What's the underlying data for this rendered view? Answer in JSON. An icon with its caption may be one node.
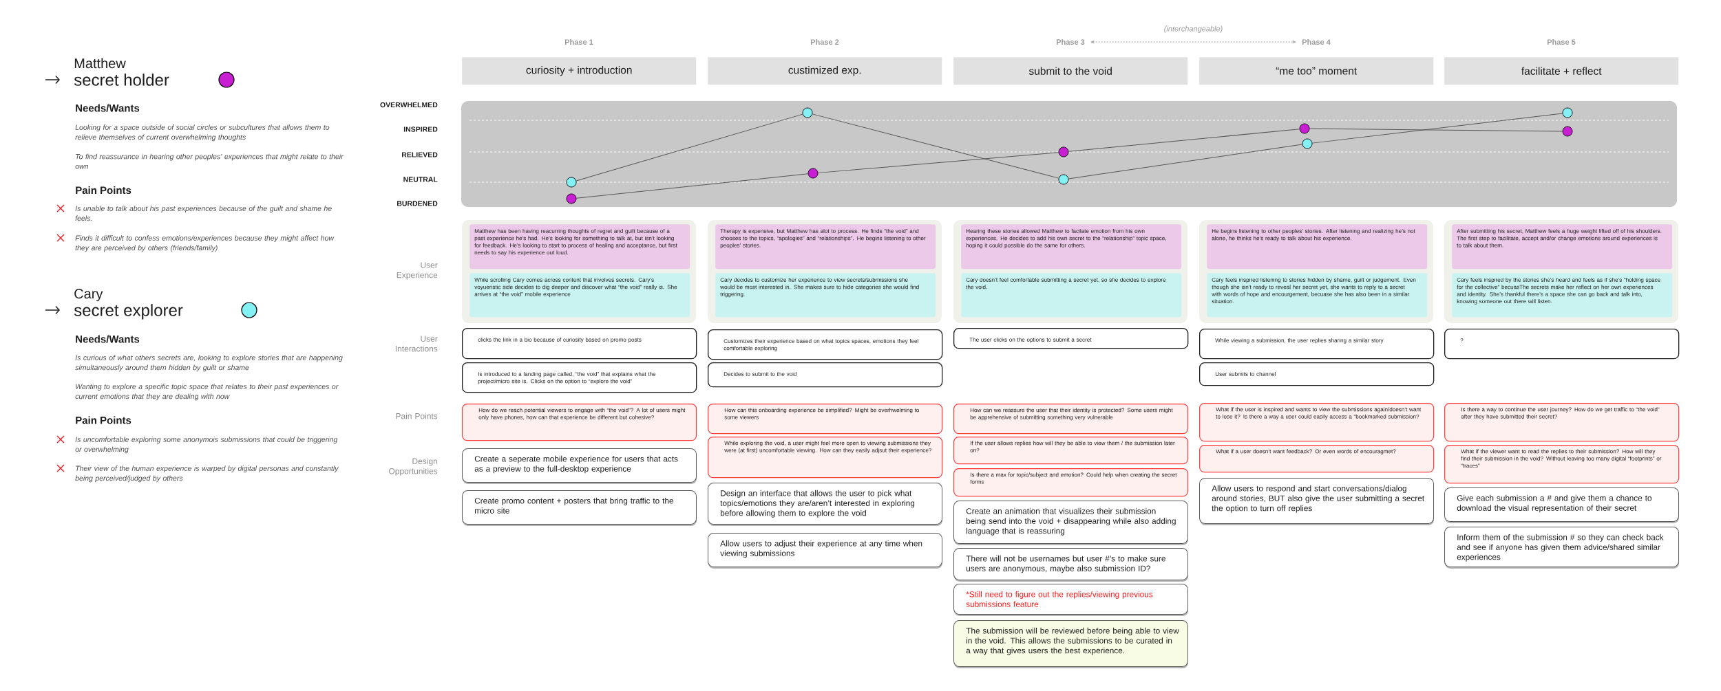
{
  "diagram": {
    "nodes": [
      {
        "text": [
          "Phase 1"
        ]
      },
      {
        "text": [
          "Phase 2"
        ]
      },
      {
        "text": [
          "Phase 3"
        ]
      },
      {
        "text": [
          "Phase 4"
        ]
      },
      {
        "text": [
          "Phase 5"
        ]
      },
      {
        "text": [
          "curiosity + introduction"
        ]
      },
      {
        "text": [
          "custimized exp."
        ]
      },
      {
        "text": [
          "submit to the void"
        ]
      },
      {
        "text": [
          "“me too” moment"
        ]
      },
      {
        "text": [
          "facilitate + reflect"
        ]
      },
      {
        "text": [],
        "shape": "circle"
      },
      {
        "text": [],
        "shape": "circle"
      },
      {
        "text": [],
        "shape": "circle"
      },
      {
        "text": [],
        "shape": "circle"
      },
      {
        "text": [],
        "shape": "circle"
      },
      {
        "text": [],
        "shape": "circle"
      },
      {
        "text": [],
        "shape": "circle"
      },
      {
        "text": [],
        "shape": "circle"
      },
      {
        "text": [],
        "shape": "circle"
      },
      {
        "text": [],
        "shape": "circle"
      },
      {
        "text": [],
        "shape": "box"
      },
      {
        "text": [
          "Matthew has been having reacurring thoughts of regret and guilt because of a past experience he’s had. He’s looking for something to talk at, but isn’t looking for feedback. He’s looking to start to process of healing and acceptance, but first needs to say his experience out loud."
        ],
        "in": 20
      },
      {
        "text": [
          "While scrolling Cary comes across content that involves secrets. Cary’s voyueristic side decides to dig deeper and discover what “the void” really is. She arrives at “the void” mobile experience"
        ],
        "in": 20
      },
      {
        "text": [],
        "shape": "box"
      },
      {
        "text": [
          "Therapy is expensive, but Matthew has alot to process. He finds “the void” and chooses to the topics, “apologies” and “relationships”. He begins listening to other peoples’ stories."
        ],
        "in": 23
      },
      {
        "text": [
          "Cary decides to customize her experience to view secrets/submissions she would be most interested in. She makes sure to hide categories she would find triggering."
        ],
        "in": 23
      },
      {
        "text": [],
        "shape": "box"
      },
      {
        "text": [
          "Hearing these stories allowed Matthew to facilate emotion from his own experiences. He decides to add his own secret to the “relationship” topic space, hoping it could possible do the same for others."
        ],
        "in": 26
      },
      {
        "text": [
          "Cary doesn’t feel comfortable submitting a secret yet, so she decides to explore the void."
        ],
        "in": 26
      },
      {
        "text": [],
        "shape": "box"
      },
      {
        "text": [
          "He begins listening to other peoples’ stories. After listening and realizing he’s not alone, he thinks he’s ready to talk about his experience."
        ],
        "in": 29
      },
      {
        "text": [
          "Cary feels inspired listening to stories hidden by shame, guilt or judgement. Even though she isn’t ready to reveal her secret yet, she wants to reply to a secret with words of hope and encourgement, becuase she has also been in a similar situation."
        ],
        "in": 29
      },
      {
        "text": [],
        "shape": "box"
      },
      {
        "text": [
          "After submitting his secret, Matthew feels a huge weight lifted off of his shoulders. The first step to facilitate, accept and/or change emotions around experiences is to talk about them."
        ],
        "in": 32
      },
      {
        "text": [
          "Cary feels inspired by the stories she’s heard and feels as if she’s “holding space for the collective” becuasThe secrets make her reflect on her own experiences and identity. She’s thankful there’s a space she can go back and talk into, knowing someone out there will listen."
        ],
        "in": 32
      },
      {
        "text": [
          "clicks the link in a bio because of curiosity based on promo posts"
        ]
      },
      {
        "text": [
          "Is introduced to a landing page called, “the void” that explains what the project/micro site is. Clicks on the option to “explore the void”"
        ]
      },
      {
        "text": [
          "Customizes their experience based on what topics spaces, emotions they feel comfortable exploring"
        ]
      },
      {
        "text": [
          "Decides to submit to the void"
        ]
      },
      {
        "text": [
          "The user clicks on the options to submit a secret"
        ]
      },
      {
        "text": [
          "While viewing a submission, the user replies sharing a similar story"
        ]
      },
      {
        "text": [
          "User submits to channel"
        ]
      },
      {
        "text": [
          "?"
        ]
      },
      {
        "text": [
          "How do we reach potential viewers to engage with “the void”? A lot of users might only have phones, how can that experience be different but cohesive?"
        ]
      },
      {
        "text": [
          "How can this onboarding experience be simplified? Might be overhwelming to some viewers"
        ]
      },
      {
        "text": [
          "While exploring the void, a user might feel more open to viewing submissions they were (at first) uncomfortable viewing. How can they easily adjsut their experience?"
        ]
      },
      {
        "text": [
          "How can we reassure the user that their identity is protected? Some users might be apprehensive of submitting something very vulnerable"
        ]
      },
      {
        "text": [
          "If the user allows replies how will they be able to view them / the submission later on?"
        ]
      },
      {
        "text": [
          "Is there a max for topic/subject and emotion? Could help when creating the secret forms"
        ]
      },
      {
        "text": [
          "What if the user is inspired and wants to view the submissions again/doesn’t want to lose it? Is there a way a user could easily access a “bookmarked submission?"
        ]
      },
      {
        "text": [
          "What if a user doesn’t want feedback? Or even words of encouragmet?"
        ]
      },
      {
        "text": [
          "Is there a way to continue the user journey? How do we get traffic to “the void” after they have submitted their secret?"
        ]
      },
      {
        "text": [
          "What if the viewer want to read the replies to their submission? How will they find their submission in the void? Without leaving too many digital “footprints” or “traces”"
        ]
      },
      {
        "text": [
          "Create a seperate mobile experience for users that acts as a preview to the full-desktop experience"
        ]
      },
      {
        "text": [
          "Create promo content + posters that bring traffic to the micro site"
        ]
      },
      {
        "text": [
          "Design an interface that allows the user to pick what topics/emotions they are/aren’t interested in exploring before allowing them to explore the void"
        ]
      },
      {
        "text": [
          "Allow users to adjust their experience at any time when viewing submissions"
        ]
      },
      {
        "text": [
          "Create an animation that visualizes their submission being send into the void + disappearing while also adding language that is reassuring"
        ]
      },
      {
        "text": [
          "There will not be usernames but user #’s to make sure users are anonymous, maybe also submission ID?"
        ]
      },
      {
        "text": [
          "*Still need to figure out the replies/viewing previous submissions feature"
        ]
      },
      {
        "text": [
          "The submission will be reviewed before being able to view in the void. This allows the submissions to be curated in a way that gives users the best experience."
        ]
      },
      {
        "text": [
          "Allow users to respond and start conversations/dialog around stories, BUT also give the user submitting a secret the option to turn off replies"
        ]
      },
      {
        "text": [
          "Give each submission a # and give them a chance to download the visual representation of their secret"
        ]
      },
      {
        "text": [
          "Inform them of the submission # so they can check back and see if anyone has given them advice/shared similar experiences"
        ]
      }
    ],
    "edges": [
      {
        "from": 2,
        "to": 3,
        "arrow": "both",
        "style": "dashed",
        "color": "#a0a0a0",
        "label": "(interchangeable)"
      },
      {
        "from": 11,
        "to": 13,
        "arrow": "none"
      },
      {
        "from": 13,
        "to": 14,
        "arrow": "none"
      },
      {
        "from": 14,
        "to": 16,
        "arrow": "none"
      },
      {
        "from": 16,
        "to": 19,
        "arrow": "none"
      },
      {
        "from": 10,
        "to": 12,
        "arrow": "none"
      },
      {
        "from": 12,
        "to": 15,
        "arrow": "none"
      },
      {
        "from": 15,
        "to": 17,
        "arrow": "none"
      },
      {
        "from": 17,
        "to": 18,
        "arrow": "none"
      }
    ],
    "labels": [
      "Matthew",
      "Needs/Wants",
      "Looking for a space outside of social circles or subcultures that allows them to relieve themselves of current overwhelming thoughts",
      "To find reassurance in hearing other peoples’ experiences that might relate to their own",
      "Pain Points",
      "Is unable to talk about his past experiences because of the guilt and shame he feels.",
      "Finds it difficult to confess emotions/experiences because they might affect how they are perceived by others (friends/family)",
      "Cary",
      "Needs/Wants",
      "Is curious of what others secrets are, looking to explore stories that are happening simultaneously around them hidden by guilt or shame",
      "Wanting to explore a specific topic space that relates to their past experiences or current emotions that they are dealing with now",
      "Pain Points",
      "Is uncomfortable exploring some anonymois submissions that could be triggering or overwhelming",
      "Their view of the human experience is warped by digital personas and constantly being perceived/judged by others",
      "OVERWHELMED",
      "INSPIRED",
      "RELIEVED",
      "NEUTRAL",
      "BURDENED",
      "User Experience",
      "User Interactions",
      "Pain Points",
      "Design Opportunities"
    ],
    "legend": [
      {
        "text": "secret holder",
        "color": "#c81fd3"
      },
      {
        "text": "secret explorer",
        "color": "#84f1f5"
      }
    ]
  }
}
